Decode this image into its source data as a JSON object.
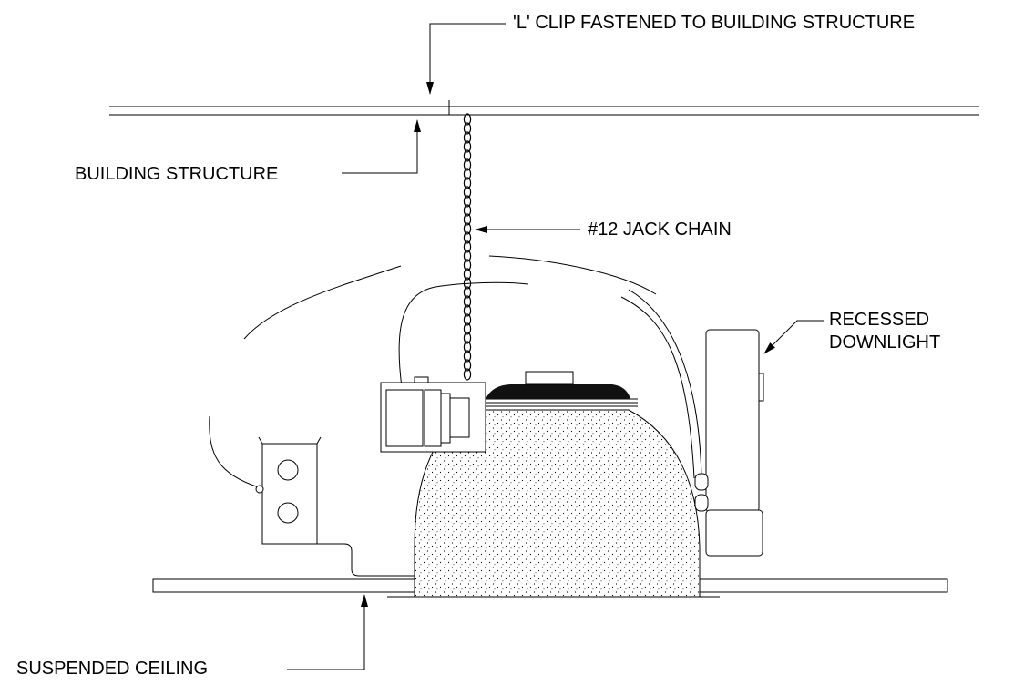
{
  "colors": {
    "line": "#000000",
    "background": "#ffffff",
    "stipple": "#000000",
    "gasket": "#111111"
  },
  "callouts": {
    "l_clip": "'L' CLIP FASTENED TO BUILDING STRUCTURE",
    "building_structure": "BUILDING STRUCTURE",
    "jack_chain": "#12 JACK CHAIN",
    "downlight_line1": "RECESSED",
    "downlight_line2": "DOWNLIGHT",
    "suspended_ceiling": "SUSPENDED CEILING"
  }
}
